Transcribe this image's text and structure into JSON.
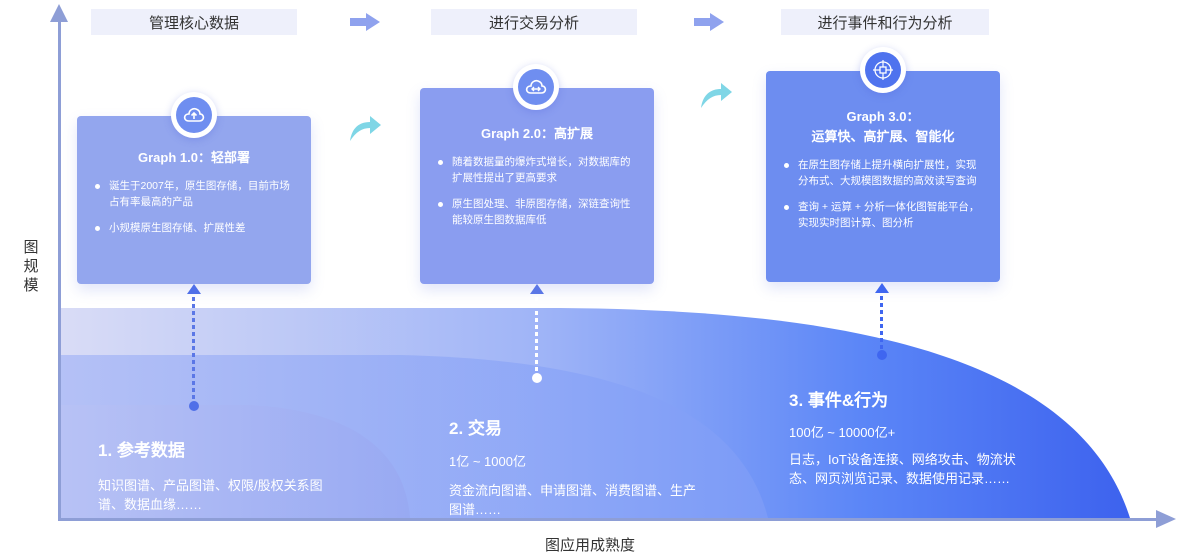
{
  "axes": {
    "y_label": "图规模",
    "x_label": "图应用成熟度"
  },
  "steps": [
    {
      "label": "管理核心数据"
    },
    {
      "label": "进行交易分析"
    },
    {
      "label": "进行事件和行为分析"
    }
  ],
  "cards": [
    {
      "title": "Graph 1.0：轻部署",
      "bullets": [
        "诞生于2007年，原生图存储，目前市场占有率最高的产品",
        "小规模原生图存储、扩展性差"
      ],
      "icon": "cloud-upload-icon"
    },
    {
      "title": "Graph 2.0：高扩展",
      "bullets": [
        "随着数据量的爆炸式增长，对数据库的扩展性提出了更高要求",
        "原生图处理、非原图存储，深链查询性能较原生图数据库低"
      ],
      "icon": "cloud-transfer-icon"
    },
    {
      "title_line1": "Graph 3.0：",
      "title_line2": "运算快、高扩展、智能化",
      "bullets": [
        "在原生图存储上提升横向扩展性，实现分布式、大规模图数据的高效读写查询",
        "查询 + 运算 + 分析一体化图智能平台，实现实时图计算、图分析"
      ],
      "icon": "network-hub-icon"
    }
  ],
  "regions": [
    {
      "title": "1. 参考数据",
      "desc": "知识图谱、产品图谱、权限/股权关系图谱、数据血缘……"
    },
    {
      "title": "2. 交易",
      "range": "1亿 ~ 1000亿",
      "desc": "资金流向图谱、申请图谱、消费图谱、生产图谱……"
    },
    {
      "title": "3. 事件&行为",
      "range": "100亿 ~ 10000亿+",
      "desc": "日志，IoT设备连接、网络攻击、物流状态、网页浏览记录、数据使用记录……"
    }
  ],
  "colors": {
    "axis": "#8e9ed6",
    "card1": "#93a6ee",
    "card2": "#8a9df0",
    "card3": "#6d8df0",
    "region_light": "#c6cdf6",
    "region_dark": "#3f66f0"
  }
}
